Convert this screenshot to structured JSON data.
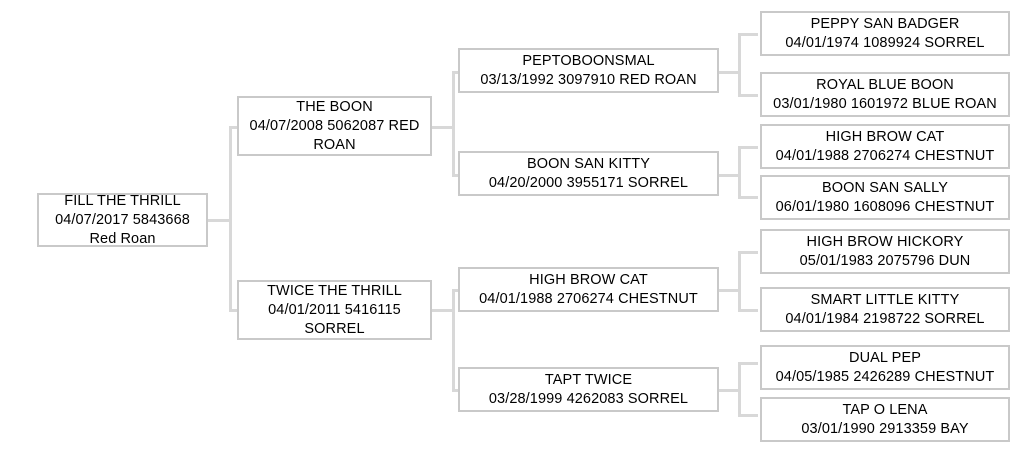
{
  "diagram": {
    "type": "pedigree-tree",
    "orientation": "left-to-right",
    "title": "",
    "colors": {
      "box_border": "#c9c9c9",
      "connector": "#d8d8d8",
      "background": "#ffffff",
      "text": "#000000"
    }
  },
  "generations": [
    {
      "level": 0,
      "label": "subject",
      "nodes": [
        {
          "id": "fill-the-thrill",
          "name": "FILL THE THRILL",
          "meta": "04/07/2017 5843668 Red Roan",
          "date": "04/07/2017",
          "registration": "5843668",
          "color": "Red Roan"
        }
      ]
    },
    {
      "level": 1,
      "label": "parents",
      "nodes": [
        {
          "id": "the-boon",
          "name": "THE BOON",
          "meta": "04/07/2008 5062087 RED ROAN",
          "date": "04/07/2008",
          "registration": "5062087",
          "color": "RED ROAN"
        },
        {
          "id": "twice-the-thrill",
          "name": "TWICE THE THRILL",
          "meta": "04/01/2011 5416115 SORREL",
          "date": "04/01/2011",
          "registration": "5416115",
          "color": "SORREL"
        }
      ]
    },
    {
      "level": 2,
      "label": "grandparents",
      "nodes": [
        {
          "id": "peptoboonsmal",
          "name": "PEPTOBOONSMAL",
          "meta": "03/13/1992 3097910 RED ROAN",
          "date": "03/13/1992",
          "registration": "3097910",
          "color": "RED ROAN"
        },
        {
          "id": "boon-san-kitty",
          "name": "BOON SAN KITTY",
          "meta": "04/20/2000 3955171 SORREL",
          "date": "04/20/2000",
          "registration": "3955171",
          "color": "SORREL"
        },
        {
          "id": "high-brow-cat-g2",
          "name": "HIGH BROW CAT",
          "meta": "04/01/1988 2706274 CHESTNUT",
          "date": "04/01/1988",
          "registration": "2706274",
          "color": "CHESTNUT"
        },
        {
          "id": "tapt-twice",
          "name": "TAPT TWICE",
          "meta": "03/28/1999 4262083 SORREL",
          "date": "03/28/1999",
          "registration": "4262083",
          "color": "SORREL"
        }
      ]
    },
    {
      "level": 3,
      "label": "great-grandparents",
      "nodes": [
        {
          "id": "peppy-san-badger",
          "name": "PEPPY SAN BADGER",
          "meta": "04/01/1974 1089924 SORREL",
          "date": "04/01/1974",
          "registration": "1089924",
          "color": "SORREL"
        },
        {
          "id": "royal-blue-boon",
          "name": "ROYAL BLUE BOON",
          "meta": "03/01/1980 1601972 BLUE ROAN",
          "date": "03/01/1980",
          "registration": "1601972",
          "color": "BLUE ROAN"
        },
        {
          "id": "high-brow-cat-g3",
          "name": "HIGH BROW CAT",
          "meta": "04/01/1988 2706274 CHESTNUT",
          "date": "04/01/1988",
          "registration": "2706274",
          "color": "CHESTNUT"
        },
        {
          "id": "boon-san-sally",
          "name": "BOON SAN SALLY",
          "meta": "06/01/1980 1608096 CHESTNUT",
          "date": "06/01/1980",
          "registration": "1608096",
          "color": "CHESTNUT"
        },
        {
          "id": "high-brow-hickory",
          "name": "HIGH BROW HICKORY",
          "meta": "05/01/1983 2075796 DUN",
          "date": "05/01/1983",
          "registration": "2075796",
          "color": "DUN"
        },
        {
          "id": "smart-little-kitty",
          "name": "SMART LITTLE KITTY",
          "meta": "04/01/1984 2198722 SORREL",
          "date": "04/01/1984",
          "registration": "2198722",
          "color": "SORREL"
        },
        {
          "id": "dual-pep",
          "name": "DUAL PEP",
          "meta": "04/05/1985 2426289 CHESTNUT",
          "date": "04/05/1985",
          "registration": "2426289",
          "color": "CHESTNUT"
        },
        {
          "id": "tap-o-lena",
          "name": "TAP O LENA",
          "meta": "03/01/1990 2913359 BAY",
          "date": "03/01/1990",
          "registration": "2913359",
          "color": "BAY"
        }
      ]
    }
  ]
}
